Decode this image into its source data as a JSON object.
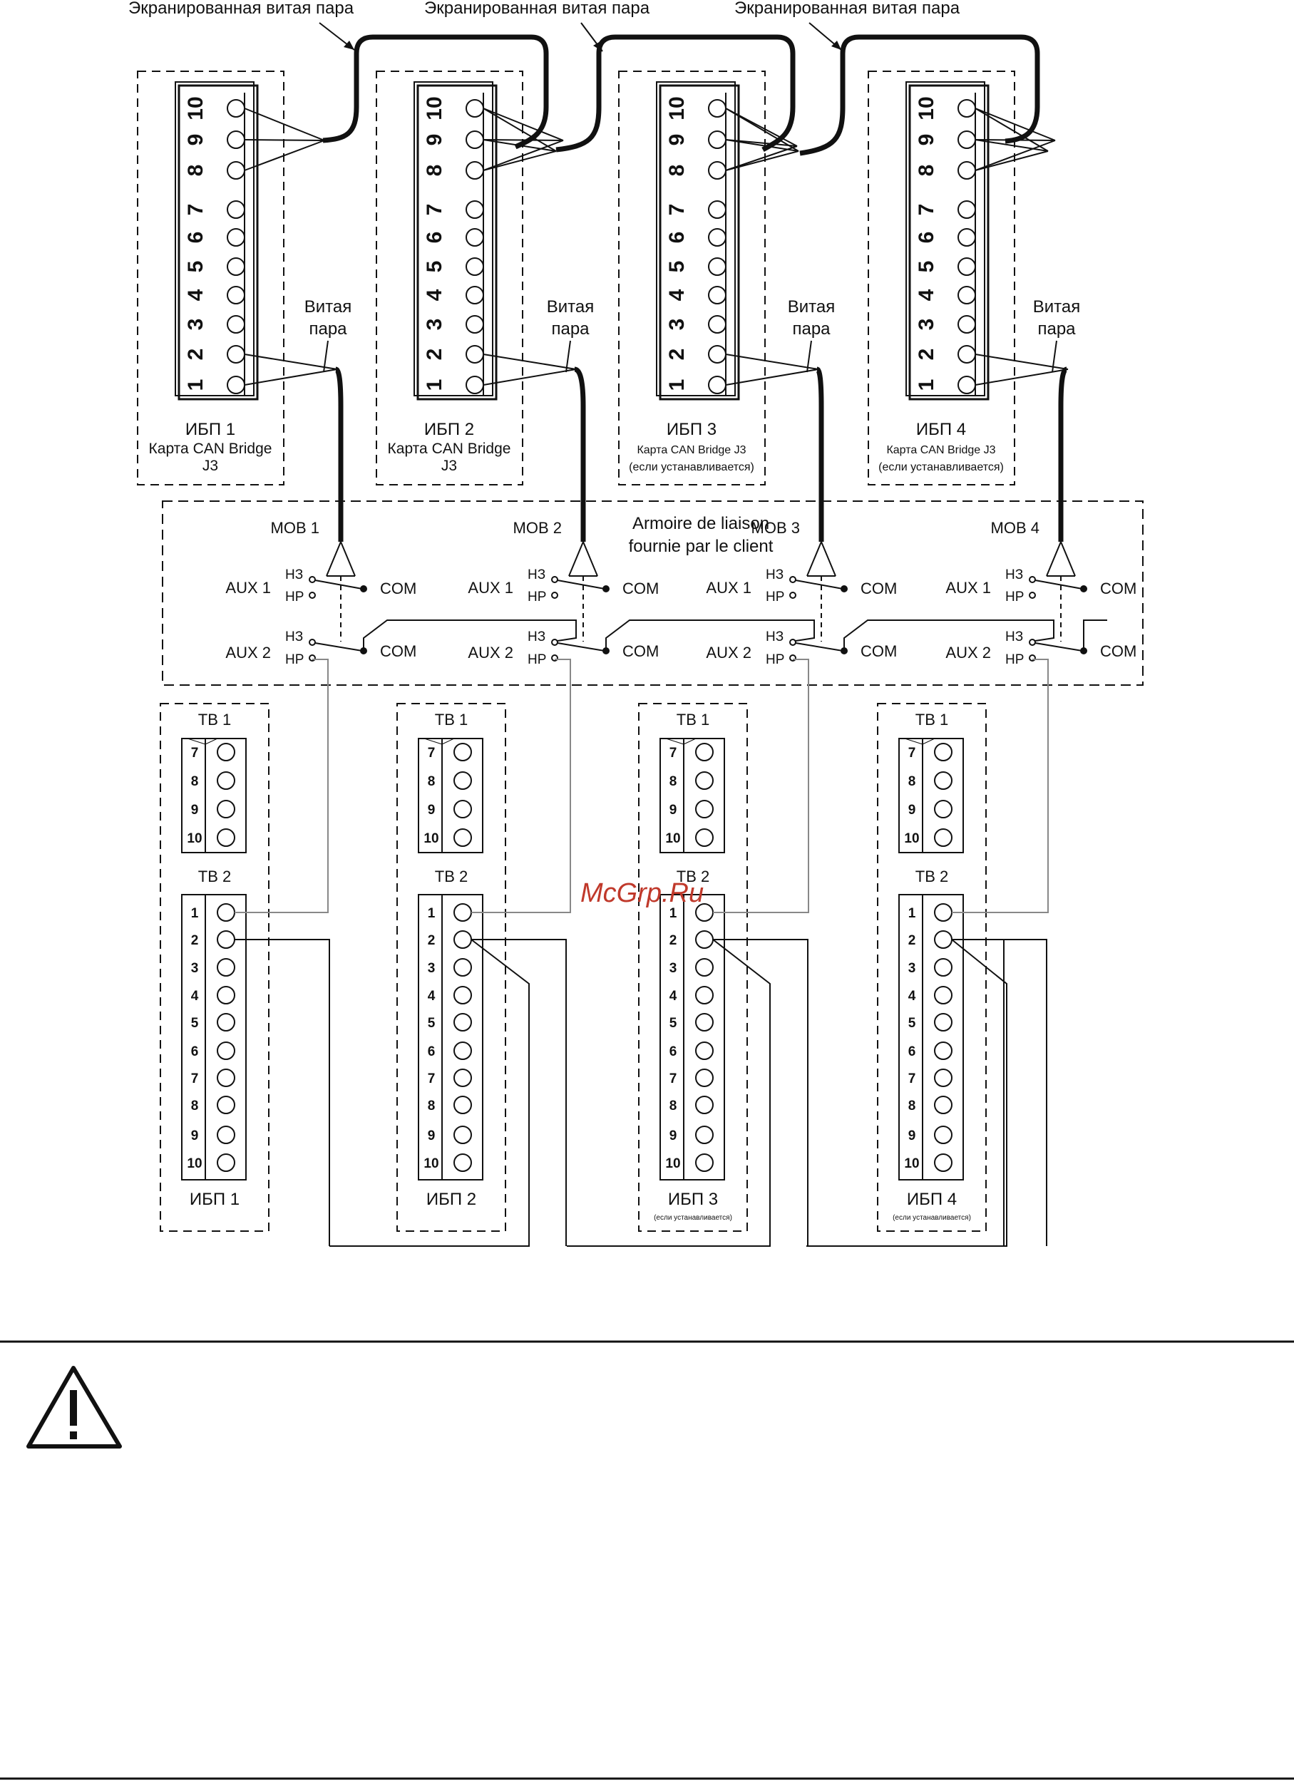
{
  "cable_labels": {
    "shielded": "Экранированная витая пара",
    "twisted_line1": "Витая",
    "twisted_line2": "пара"
  },
  "ups_cards": [
    {
      "title": "ИБП 1",
      "line2": "Карта CAN Bridge",
      "line3": "J3"
    },
    {
      "title": "ИБП 2",
      "line2": "Карта CAN Bridge",
      "line3": "J3"
    },
    {
      "title": "ИБП 3",
      "line2": "Карта CAN Bridge J3",
      "line3": "(если устанавливается)"
    },
    {
      "title": "ИБП 4",
      "line2": "Карта CAN Bridge J3",
      "line3": "(если устанавливается)"
    }
  ],
  "j3_pins": [
    "1",
    "2",
    "3",
    "4",
    "5",
    "6",
    "7",
    "8",
    "9",
    "10"
  ],
  "cabinet": {
    "line1": "Armoire de liaison",
    "line2": "fournie par le client",
    "mob_labels": [
      "MOB 1",
      "MOB 2",
      "MOB 3",
      "MOB 4"
    ],
    "aux1": "AUX 1",
    "aux2": "AUX 2",
    "nc": "НЗ",
    "no": "НР",
    "com": "COM"
  },
  "terminal": {
    "tb1": "TB 1",
    "tb2": "TB 2",
    "tb1_pins": [
      "7",
      "8",
      "9",
      "10"
    ],
    "tb2_pins": [
      "1",
      "2",
      "3",
      "4",
      "5",
      "6",
      "7",
      "8",
      "9",
      "10"
    ],
    "ups_labels": [
      "ИБП 1",
      "ИБП 2",
      "ИБП 3",
      "ИБП 4"
    ],
    "optional_note": "(если устанавливается)"
  },
  "watermark": "McGrp.Ru",
  "warning_icon": "warning-triangle-icon",
  "colors": {
    "line": "#111111",
    "thin_line": "#777777",
    "watermark": "#c0392b"
  }
}
